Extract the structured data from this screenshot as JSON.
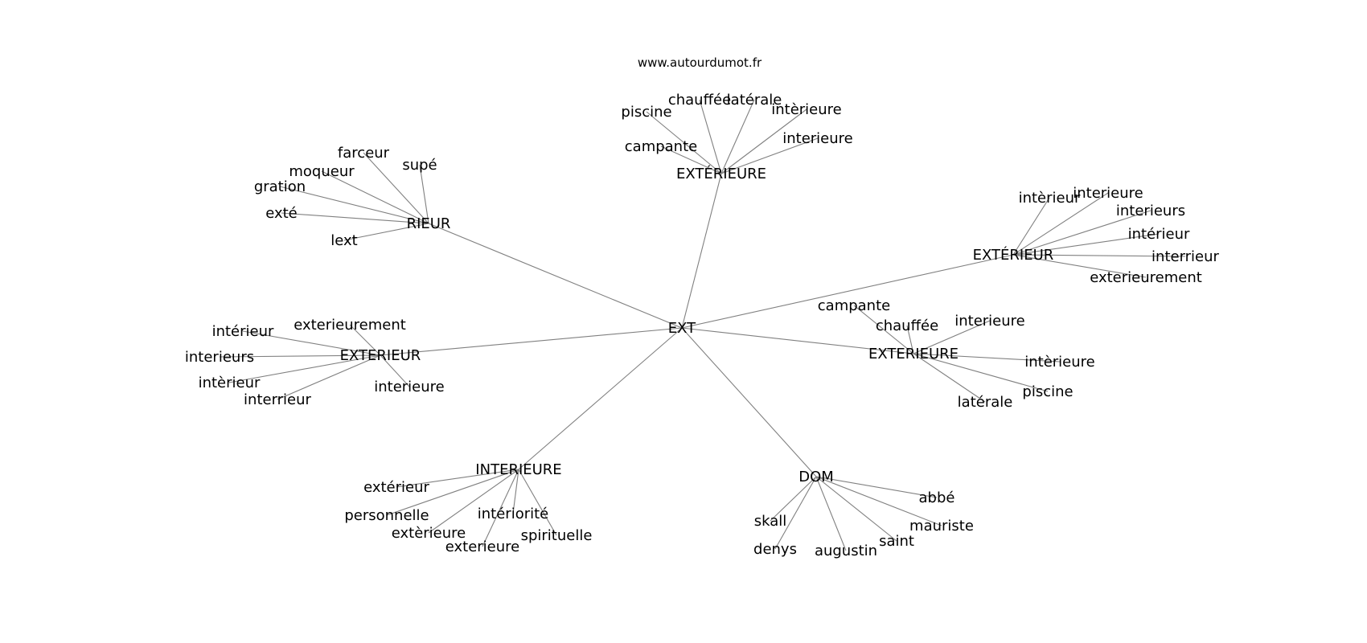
{
  "site_label": "www.autourdumot.fr",
  "center": {
    "label": "EXT"
  },
  "clusters": [
    {
      "hub": "RIEUR",
      "leaves": [
        "farceur",
        "supé",
        "moqueur",
        "gration",
        "exté",
        "lext"
      ]
    },
    {
      "hub": "EXTÉRIEURE",
      "leaves": [
        "piscine",
        "chauffée",
        "latérale",
        "intèrieure",
        "interieure",
        "campante"
      ]
    },
    {
      "hub": "EXTÉRIEUR",
      "leaves": [
        "intèrieur",
        "interieure",
        "interieurs",
        "intérieur",
        "interrieur",
        "exterieurement"
      ]
    },
    {
      "hub": "EXTERIEUR",
      "leaves": [
        "intérieur",
        "exterieurement",
        "interieurs",
        "intèrieur",
        "interrieur",
        "interieure"
      ]
    },
    {
      "hub": "EXTERIEURE",
      "leaves": [
        "campante",
        "chauffée",
        "interieure",
        "intèrieure",
        "piscine",
        "latérale"
      ]
    },
    {
      "hub": "INTERIEURE",
      "leaves": [
        "extérieur",
        "personnelle",
        "intériorité",
        "extèrieure",
        "exterieure",
        "spirituelle"
      ]
    },
    {
      "hub": "DOM",
      "leaves": [
        "abbé",
        "skall",
        "mauriste",
        "saint",
        "denys",
        "augustin"
      ]
    }
  ]
}
